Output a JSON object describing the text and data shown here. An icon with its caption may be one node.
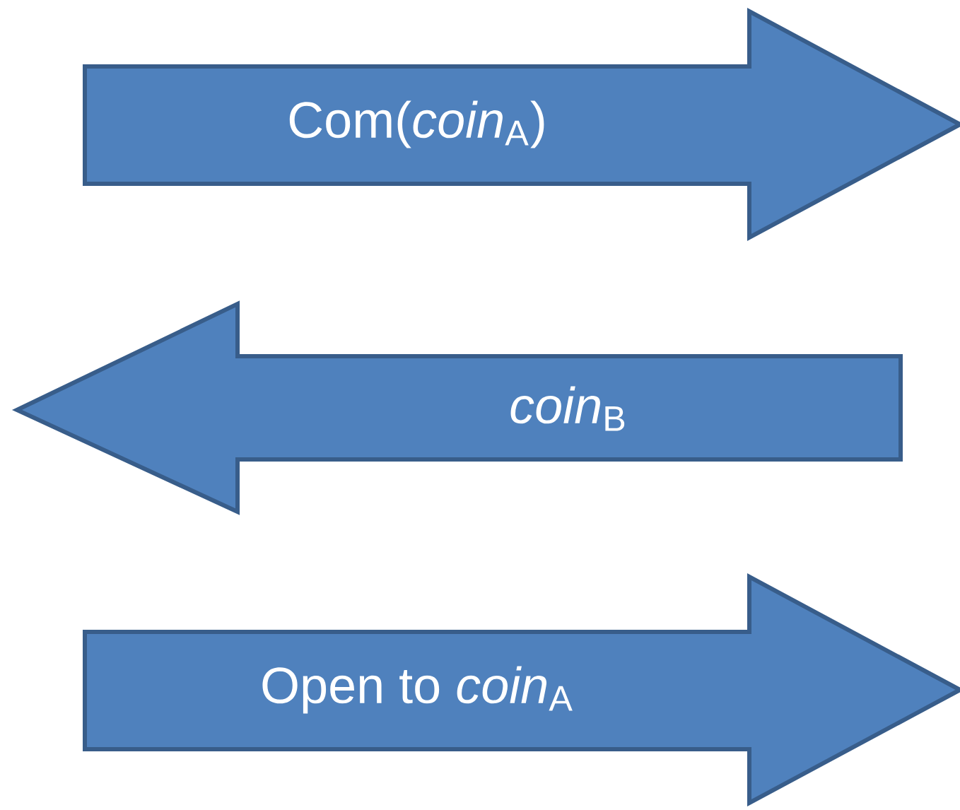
{
  "diagram": {
    "nodes": [
      {
        "text": [
          "Com(*coin*$_{A}$)"
        ]
      },
      {
        "text": [
          "*coin*$_{B}$"
        ]
      },
      {
        "text": [
          "Open to *coin*$_{A}$"
        ]
      }
    ]
  }
}
